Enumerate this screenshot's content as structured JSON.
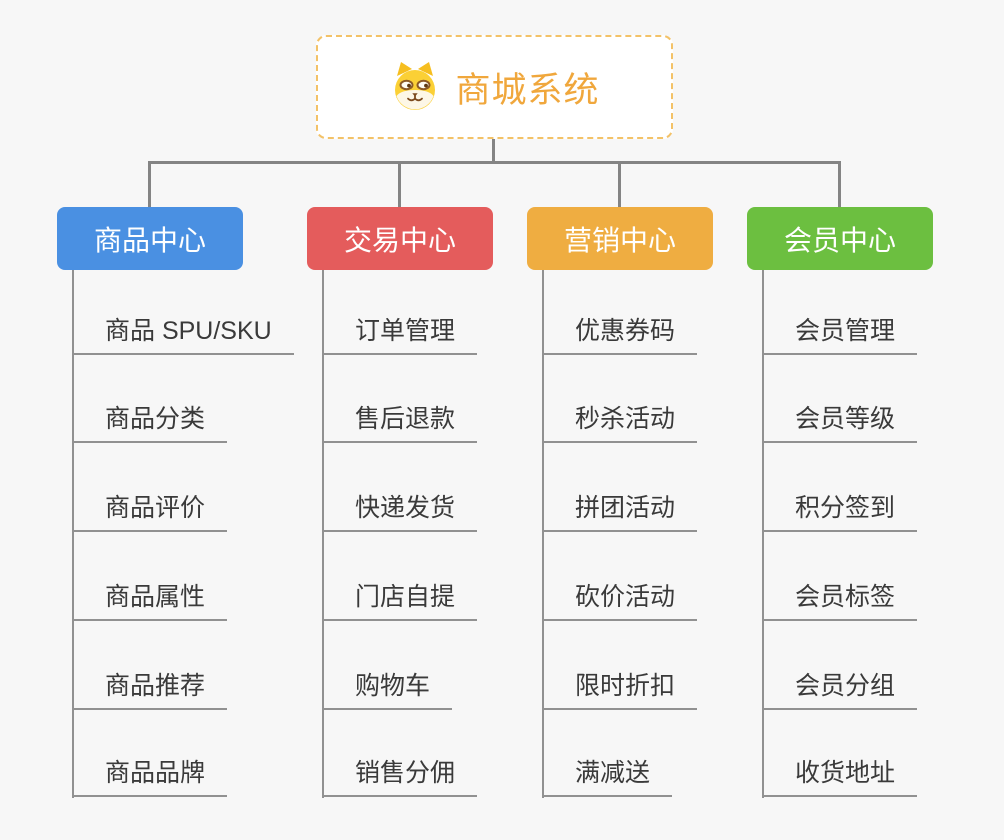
{
  "app": {
    "background": "#F7F7F7",
    "connector_color": "#848484",
    "leaf_line_color": "#919191",
    "leaf_text_color": "#3A3A3A"
  },
  "root": {
    "label": "商城系统",
    "icon": "doge-icon",
    "text_color": "#F0A73C",
    "border_color": "#F3C268"
  },
  "branches": [
    {
      "label": "商品中心",
      "color": "#4A90E2",
      "items": [
        "商品 SPU/SKU",
        "商品分类",
        "商品评价",
        "商品属性",
        "商品推荐",
        "商品品牌"
      ]
    },
    {
      "label": "交易中心",
      "color": "#E45C5C",
      "items": [
        "订单管理",
        "售后退款",
        "快递发货",
        "门店自提",
        "购物车",
        "销售分佣"
      ]
    },
    {
      "label": "营销中心",
      "color": "#EFAD41",
      "items": [
        "优惠券码",
        "秒杀活动",
        "拼团活动",
        "砍价活动",
        "限时折扣",
        "满减送"
      ]
    },
    {
      "label": "会员中心",
      "color": "#6CBF40",
      "items": [
        "会员管理",
        "会员等级",
        "积分签到",
        "会员标签",
        "会员分组",
        "收货地址"
      ]
    }
  ]
}
